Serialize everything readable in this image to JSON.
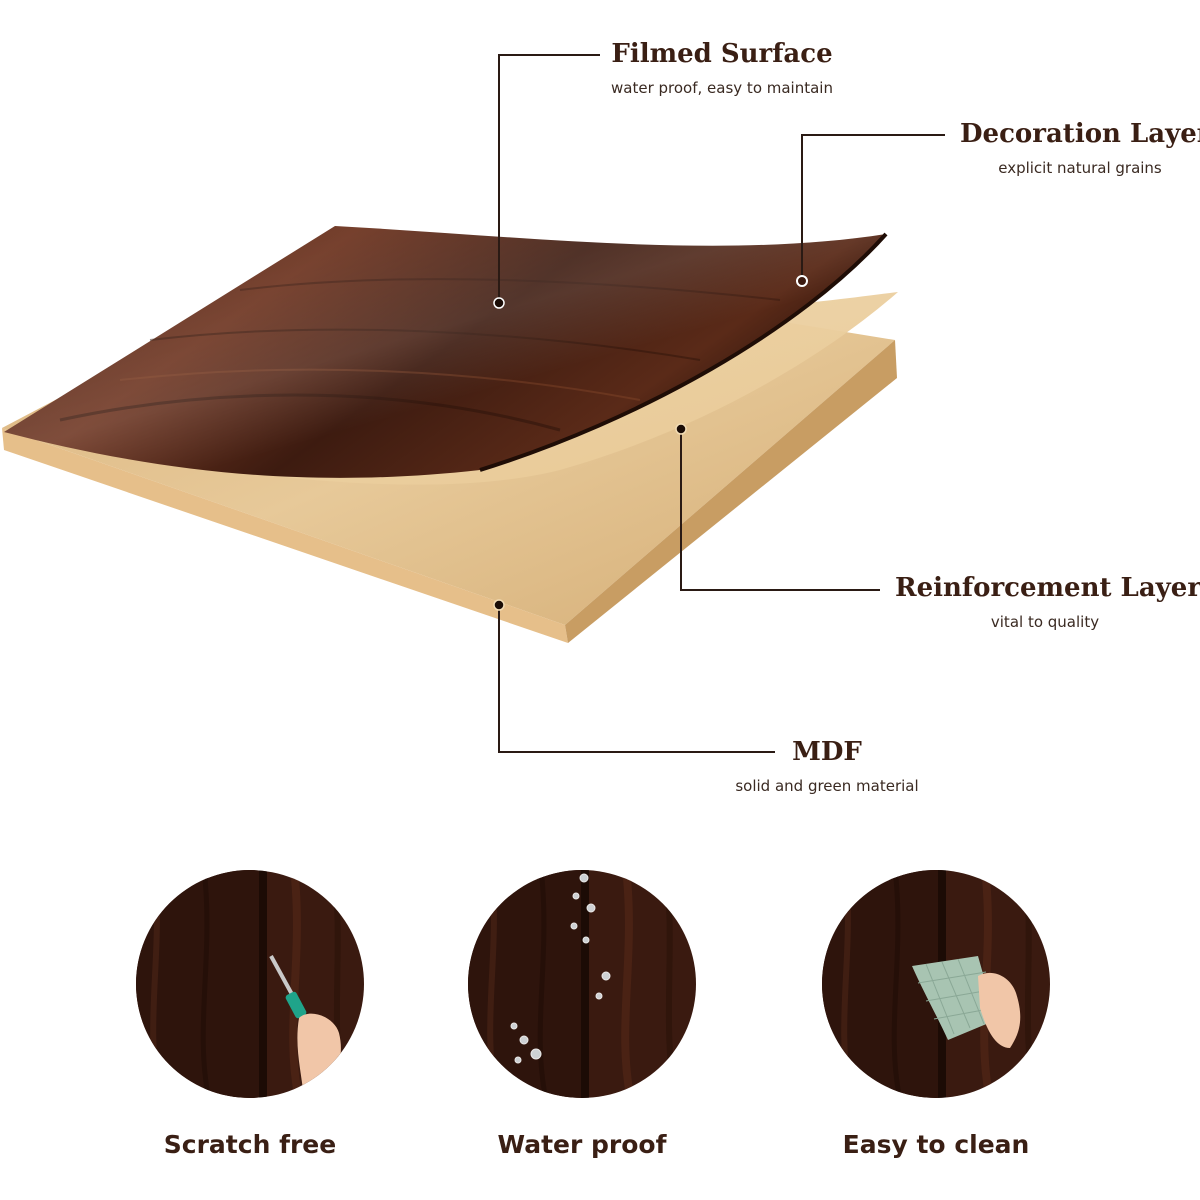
{
  "layers": [
    {
      "title": "Filmed Surface",
      "subtitle": "water proof, easy to maintain"
    },
    {
      "title": "Decoration Layer",
      "subtitle": "explicit natural grains"
    },
    {
      "title": "Reinforcement Layer",
      "subtitle": "vital to quality"
    },
    {
      "title": "MDF",
      "subtitle": "solid and green material"
    }
  ],
  "features": [
    {
      "label": "Scratch free",
      "icon": "screwdriver-hand-icon"
    },
    {
      "label": "Water proof",
      "icon": "water-droplets-icon"
    },
    {
      "label": "Easy to clean",
      "icon": "cloth-hand-icon"
    }
  ],
  "colors": {
    "wood_dark": "#3b1a10",
    "wood_mid": "#6b3320",
    "mdf": "#e6c597",
    "label_text": "#3a1f14",
    "leader_line": "#2a1a14"
  }
}
